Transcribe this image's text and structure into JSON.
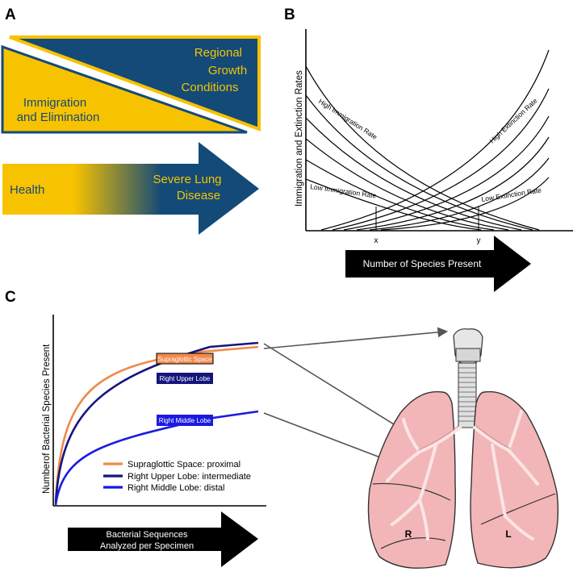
{
  "colors": {
    "navy": "#134a78",
    "gold": "#f7c200",
    "gold_text": "#f5c400",
    "orange": "#f08a4b",
    "dark_blue": "#15157d",
    "bright_blue": "#1a1ae0",
    "lung_pink": "#f2b6b8",
    "arrow_black": "#000000"
  },
  "panel_a": {
    "letter": "A",
    "triangle_upper": {
      "line1": "Regional",
      "line2": "Growth",
      "line3": "Conditions"
    },
    "triangle_lower": {
      "line1": "Immigration",
      "line2": "and Elimination"
    },
    "arrow_left_text": "Health",
    "arrow_right_line1": "Severe Lung",
    "arrow_right_line2": "Disease"
  },
  "panel_b": {
    "letter": "B",
    "ylabel": "Immigration and Extinction Rates",
    "arrow_label": "Number of Species Present",
    "curve_labels": {
      "high_immigration": "High Immigration Rate",
      "high_extinction": "High Extinction Rate",
      "low_immigration": "Low Immigration Rate",
      "low_extinction": "Low Extinction Rate"
    },
    "tick_x": "x",
    "tick_y": "y"
  },
  "panel_c": {
    "letter": "C",
    "ylabel": "Numberof Bacterial Species Present",
    "arrow_line1": "Bacterial Sequences",
    "arrow_line2": "Analyzed per Specimen",
    "curve_tags": {
      "supraglottic": "Supraglottic Space",
      "right_upper": "Right Upper Lobe",
      "right_middle": "Right Middle Lobe"
    },
    "legend": [
      {
        "label": "Supraglottic Space: proximal",
        "color": "#f08a4b"
      },
      {
        "label": "Right Upper Lobe: intermediate",
        "color": "#15157d"
      },
      {
        "label": "Right Middle Lobe: distal",
        "color": "#1a1ae0"
      }
    ],
    "lung_right": "R",
    "lung_left": "L"
  }
}
